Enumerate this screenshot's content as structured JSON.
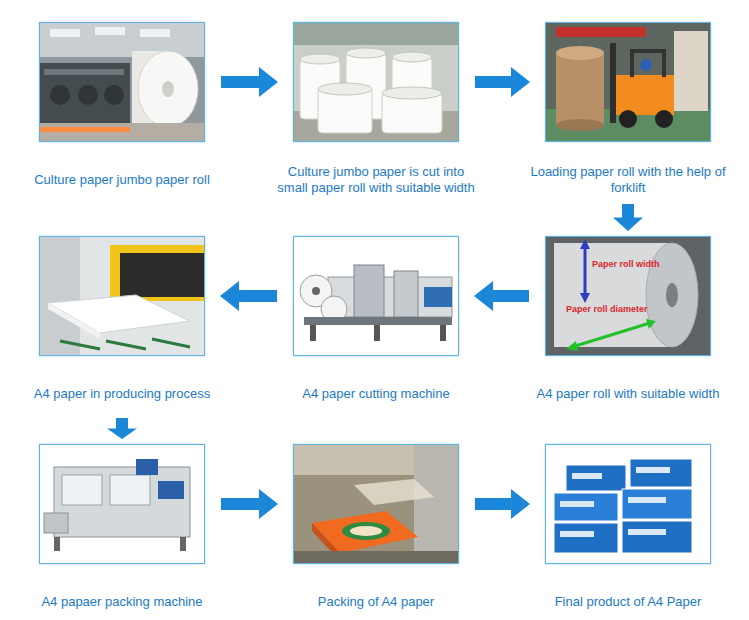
{
  "diagram": {
    "nodes": [
      {
        "text": [
          "Culture paper jumbo paper roll"
        ]
      },
      {
        "text": [
          "Culture jumbo paper is cut into small paper roll with suitable width"
        ]
      },
      {
        "text": [
          "Loading paper roll with the help of forklift"
        ]
      },
      {
        "text": [
          "A4 paper roll with suitable width"
        ]
      },
      {
        "text": [
          "A4 paper cutting machine"
        ]
      },
      {
        "text": [
          "A4 paper in producing process"
        ]
      },
      {
        "text": [
          "A4 papaer packing machine"
        ]
      },
      {
        "text": [
          "Packing of A4 paper"
        ]
      },
      {
        "text": [
          "Final product of A4 Paper"
        ]
      }
    ],
    "edges": [
      {
        "from": 0,
        "to": 1,
        "arrow": "to"
      },
      {
        "from": 1,
        "to": 2,
        "arrow": "to"
      },
      {
        "from": 2,
        "to": 3,
        "arrow": "to"
      },
      {
        "from": 3,
        "to": 4,
        "arrow": "to"
      },
      {
        "from": 4,
        "to": 5,
        "arrow": "to"
      },
      {
        "from": 5,
        "to": 6,
        "arrow": "to"
      },
      {
        "from": 6,
        "to": 7,
        "arrow": "to"
      },
      {
        "from": 7,
        "to": 8,
        "arrow": "to"
      }
    ],
    "labels": [
      "Paper roll width",
      "Paper roll diameter"
    ]
  }
}
